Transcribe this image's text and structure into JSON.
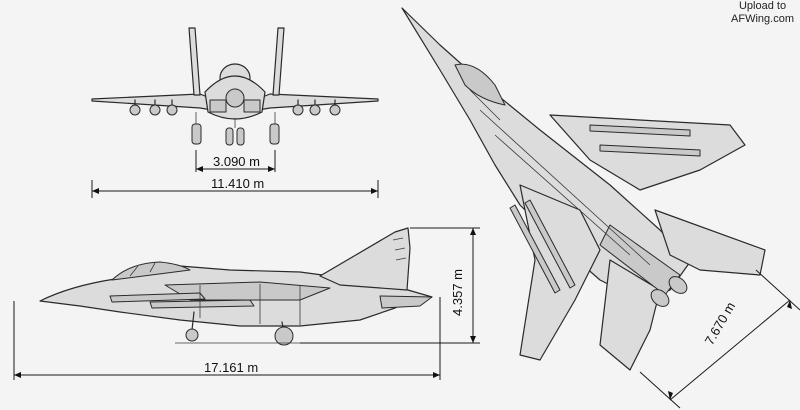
{
  "watermark": {
    "line1": "Upload to",
    "line2": "AFWing.com"
  },
  "dimensions": {
    "intake_span": "3.090 m",
    "wingspan": "11.410 m",
    "height": "4.357 m",
    "length_side": "17.161 m",
    "length_diagonal": "7.670 m"
  },
  "views": [
    "front-view",
    "side-view",
    "top-view"
  ],
  "colors": {
    "background": "#f4f4f4",
    "line": "#2a2a2a",
    "fill": "#dcdcdc"
  }
}
